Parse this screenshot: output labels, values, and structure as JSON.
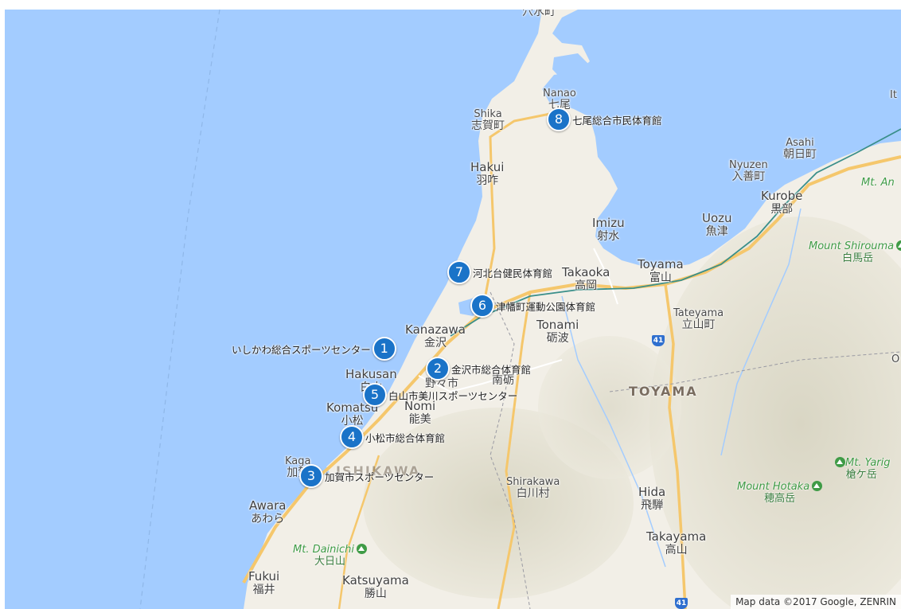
{
  "map": {
    "colors": {
      "water": "#a3ccff",
      "land": "#f2efe7",
      "forest": "#e3e1d4",
      "highway": "#f5c76c",
      "rail": "#3a8f8a",
      "marker": "#1a73c8",
      "mountain_label": "#3f9b46"
    },
    "places": [
      {
        "en": "",
        "jp": "穴水町"
      },
      {
        "en": "Nanao",
        "jp": "七尾"
      },
      {
        "en": "Shika",
        "jp": "志賀町"
      },
      {
        "en": "Hakui",
        "jp": "羽咋"
      },
      {
        "en": "Imizu",
        "jp": "射水"
      },
      {
        "en": "Toyama",
        "jp": "富山"
      },
      {
        "en": "Takaoka",
        "jp": "高岡"
      },
      {
        "en": "Kanazawa",
        "jp": "金沢"
      },
      {
        "en": "Tonami",
        "jp": "砺波"
      },
      {
        "en": "Hakusan",
        "jp": "白山"
      },
      {
        "en": "Nomi",
        "jp": "能美"
      },
      {
        "en": "Komatsu",
        "jp": "小松"
      },
      {
        "en": "Kaga",
        "jp": "加賀"
      },
      {
        "en": "Awara",
        "jp": "あわら"
      },
      {
        "en": "Fukui",
        "jp": "福井"
      },
      {
        "en": "Katsuyama",
        "jp": "勝山"
      },
      {
        "en": "Shirakawa",
        "jp": "白川村"
      },
      {
        "en": "Hida",
        "jp": "飛騨"
      },
      {
        "en": "Takayama",
        "jp": "高山"
      },
      {
        "en": "Tateyama",
        "jp": "立山町"
      },
      {
        "en": "Uozu",
        "jp": "魚津"
      },
      {
        "en": "Kurobe",
        "jp": "黒部"
      },
      {
        "en": "Nyuzen",
        "jp": "入善町"
      },
      {
        "en": "Asahi",
        "jp": "朝日町"
      },
      {
        "en": "",
        "jp": "南砺"
      },
      {
        "en": "",
        "jp": "野々市"
      },
      {
        "en": "It",
        "jp": ""
      },
      {
        "en": "O",
        "jp": ""
      }
    ],
    "regions": [
      "TOYAMA",
      "ISHIKAWA"
    ],
    "mountains": [
      {
        "en": "Mount Shirouma",
        "jp": "白馬岳"
      },
      {
        "en": "Mt. Yarig",
        "jp": "槍ケ岳"
      },
      {
        "en": "Mount Hotaka",
        "jp": "穂高岳"
      },
      {
        "en": "Mt. Dainichi",
        "jp": "大日山"
      },
      {
        "en": "Mt. An",
        "jp": ""
      }
    ],
    "route_badges": [
      "41",
      "41"
    ],
    "markers": [
      {
        "number": "1",
        "label": "いしかわ総合スポーツセンター"
      },
      {
        "number": "2",
        "label": "金沢市総合体育館"
      },
      {
        "number": "3",
        "label": "加賀市スポーツセンター"
      },
      {
        "number": "4",
        "label": "小松市総合体育館"
      },
      {
        "number": "5",
        "label": "白山市美川スポーツセンター"
      },
      {
        "number": "6",
        "label": "津幡町運動公園体育館"
      },
      {
        "number": "7",
        "label": "河北台健民体育館"
      },
      {
        "number": "8",
        "label": "七尾総合市民体育館"
      }
    ],
    "attribution": "Map data ©2017 Google, ZENRIN"
  }
}
